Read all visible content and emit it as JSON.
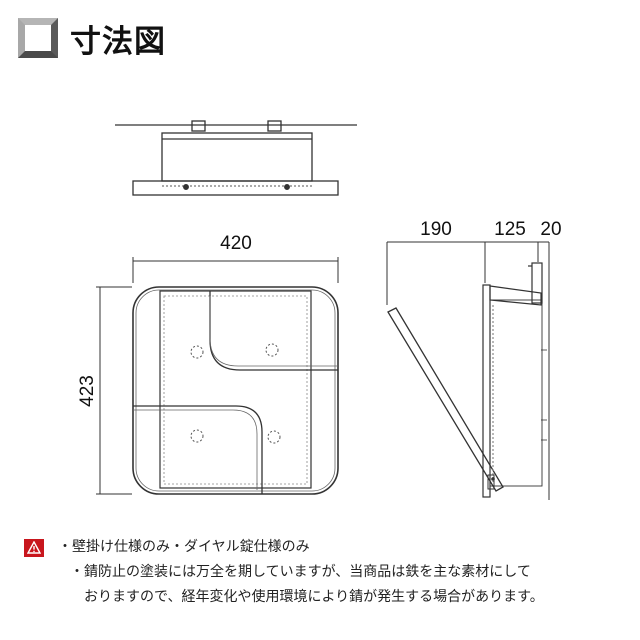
{
  "title": "寸法図",
  "dimensions": {
    "width": "420",
    "height": "423",
    "depth_flap": "190",
    "depth_body": "125",
    "depth_top": "20"
  },
  "notes": {
    "warning_icon": "warning-triangle-icon",
    "items": [
      "・壁掛け仕様のみ・ダイヤル錠仕様のみ",
      "・錆防止の塗装には万全を期していますが、当商品は鉄を主な素材にして"
    ],
    "continuation": "おりますので、経年変化や使用環境により錆が発生する場合があります。"
  },
  "colors": {
    "warning": "#c8161d",
    "line": "#333333",
    "hatch": "#777777"
  }
}
